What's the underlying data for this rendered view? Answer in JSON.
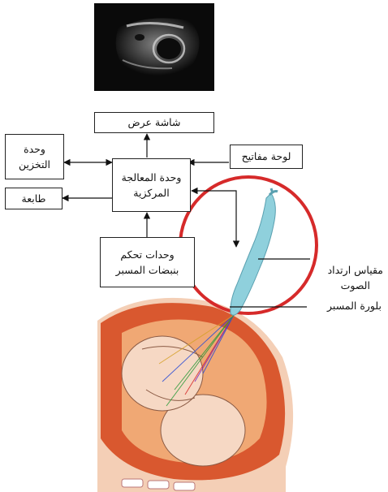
{
  "boxes": {
    "display": "شاشة عرض",
    "storage": "وحدة\nالتخزين",
    "keyboard": "لوحة مفاتيح",
    "cpu": "وحدة المعالجة\nالمركزية",
    "printer": "طابعة",
    "pulse_controls": "وحدات تحكم\nبنبضات المسبر"
  },
  "labels": {
    "transducer": "مقياس ارتداد\nالصوت",
    "crystal": "بلورة المسبر"
  },
  "colors": {
    "magnifier_ring": "#d62a2a",
    "probe": "#8fd0dc",
    "tissue": "#d9582f",
    "skin": "#f4cfb6"
  }
}
